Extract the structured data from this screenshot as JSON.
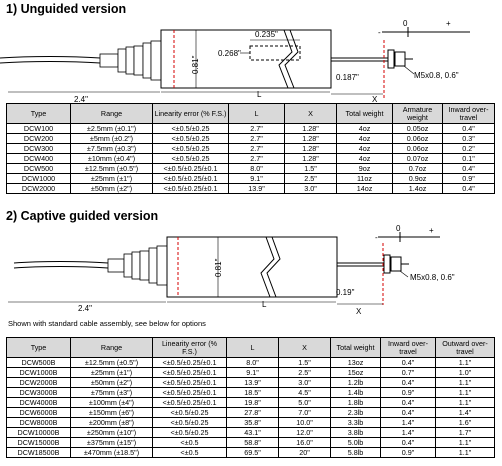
{
  "section1": {
    "title": "1) Unguided version",
    "dims": {
      "d_035": "0.235\"",
      "d_0268": "0.268\"",
      "d_081": "0.81\"",
      "d_0187": "0.187\"",
      "d_24": "2.4\"",
      "l": "L",
      "x": "X",
      "thread": "M5x0.8, 0.6\"",
      "minus": "-",
      "zero": "0",
      "plus": "+"
    },
    "table": {
      "headers": [
        "Type",
        "Range",
        "Linearity error (% F.S.)",
        "L",
        "X",
        "Total weight",
        "Armature weight",
        "Inward over-travel"
      ],
      "rows": [
        [
          "DCW100",
          "±2.5mm (±0.1\")",
          "<±0.5/±0.25",
          "2.7\"",
          "1.28\"",
          "4oz",
          "0.05oz",
          "0.4\""
        ],
        [
          "DCW200",
          "±5mm (±0.2\")",
          "<±0.5/±0.25",
          "2.7\"",
          "1.28\"",
          "4oz",
          "0.06oz",
          "0.3\""
        ],
        [
          "DCW300",
          "±7.5mm (±0.3\")",
          "<±0.5/±0.25",
          "2.7\"",
          "1.28\"",
          "4oz",
          "0.06oz",
          "0.2\""
        ],
        [
          "DCW400",
          "±10mm (±0.4\")",
          "<±0.5/±0.25",
          "2.7\"",
          "1.28\"",
          "4oz",
          "0.07oz",
          "0.1\""
        ],
        [
          "DCW500",
          "±12.5mm (±0.5\")",
          "<±0.5/±0.25/±0.1",
          "8.0\"",
          "1.5\"",
          "9oz",
          "0.7oz",
          "0.4\""
        ],
        [
          "DCW1000",
          "±25mm (±1\")",
          "<±0.5/±0.25/±0.1",
          "9.1\"",
          "2.5\"",
          "11oz",
          "0.9oz",
          "0.9\""
        ],
        [
          "DCW2000",
          "±50mm (±2\")",
          "<±0.5/±0.25/±0.1",
          "13.9\"",
          "3.0\"",
          "14oz",
          "1.4oz",
          "0.4\""
        ]
      ]
    }
  },
  "section2": {
    "title": "2) Captive guided version",
    "dims": {
      "d_081": "0.81\"",
      "d_019": "0.19\"",
      "d_24": "2.4\"",
      "l": "L",
      "x": "X",
      "thread": "M5x0.8, 0.6\"",
      "minus": "-",
      "zero": "0",
      "plus": "+"
    },
    "note": "Shown with standard cable assembly, see below for options",
    "table": {
      "headers": [
        "Type",
        "Range",
        "Linearity error (% F.S.)",
        "L",
        "X",
        "Total weight",
        "Inward over-travel",
        "Outward over-travel"
      ],
      "rows": [
        [
          "DCW500B",
          "±12.5mm (±0.5\")",
          "<±0.5/±0.25/±0.1",
          "8.0\"",
          "1.5\"",
          "13oz",
          "0.4\"",
          "1.1\""
        ],
        [
          "DCW1000B",
          "±25mm (±1\")",
          "<±0.5/±0.25/±0.1",
          "9.1\"",
          "2.5\"",
          "15oz",
          "0.7\"",
          "1.0\""
        ],
        [
          "DCW2000B",
          "±50mm (±2\")",
          "<±0.5/±0.25/±0.1",
          "13.9\"",
          "3.0\"",
          "1.2lb",
          "0.4\"",
          "1.1\""
        ],
        [
          "DCW3000B",
          "±75mm (±3\")",
          "<±0.5/±0.25/±0.1",
          "18.5\"",
          "4.5\"",
          "1.4lb",
          "0.9\"",
          "1.1\""
        ],
        [
          "DCW4000B",
          "±100mm (±4\")",
          "<±0.5/±0.25/±0.1",
          "19.8\"",
          "5.0\"",
          "1.8lb",
          "0.4\"",
          "1.1\""
        ],
        [
          "DCW6000B",
          "±150mm (±6\")",
          "<±0.5/±0.25",
          "27.8\"",
          "7.0\"",
          "2.3lb",
          "0.4\"",
          "1.4\""
        ],
        [
          "DCW8000B",
          "±200mm (±8\")",
          "<±0.5/±0.25",
          "35.8\"",
          "10.0\"",
          "3.3lb",
          "1.4\"",
          "1.6\""
        ],
        [
          "DCW10000B",
          "±250mm (±10\")",
          "<±0.5/±0.25",
          "43.1\"",
          "12.0\"",
          "3.8lb",
          "1.4\"",
          "1.7\""
        ],
        [
          "DCW15000B",
          "±375mm (±15\")",
          "<±0.5",
          "58.8\"",
          "16.0\"",
          "5.0lb",
          "0.4\"",
          "1.1\""
        ],
        [
          "DCW18500B",
          "±470mm (±18.5\")",
          "<±0.5",
          "69.5\"",
          "20\"",
          "5.8lb",
          "0.9\"",
          "1.1\""
        ]
      ]
    }
  }
}
